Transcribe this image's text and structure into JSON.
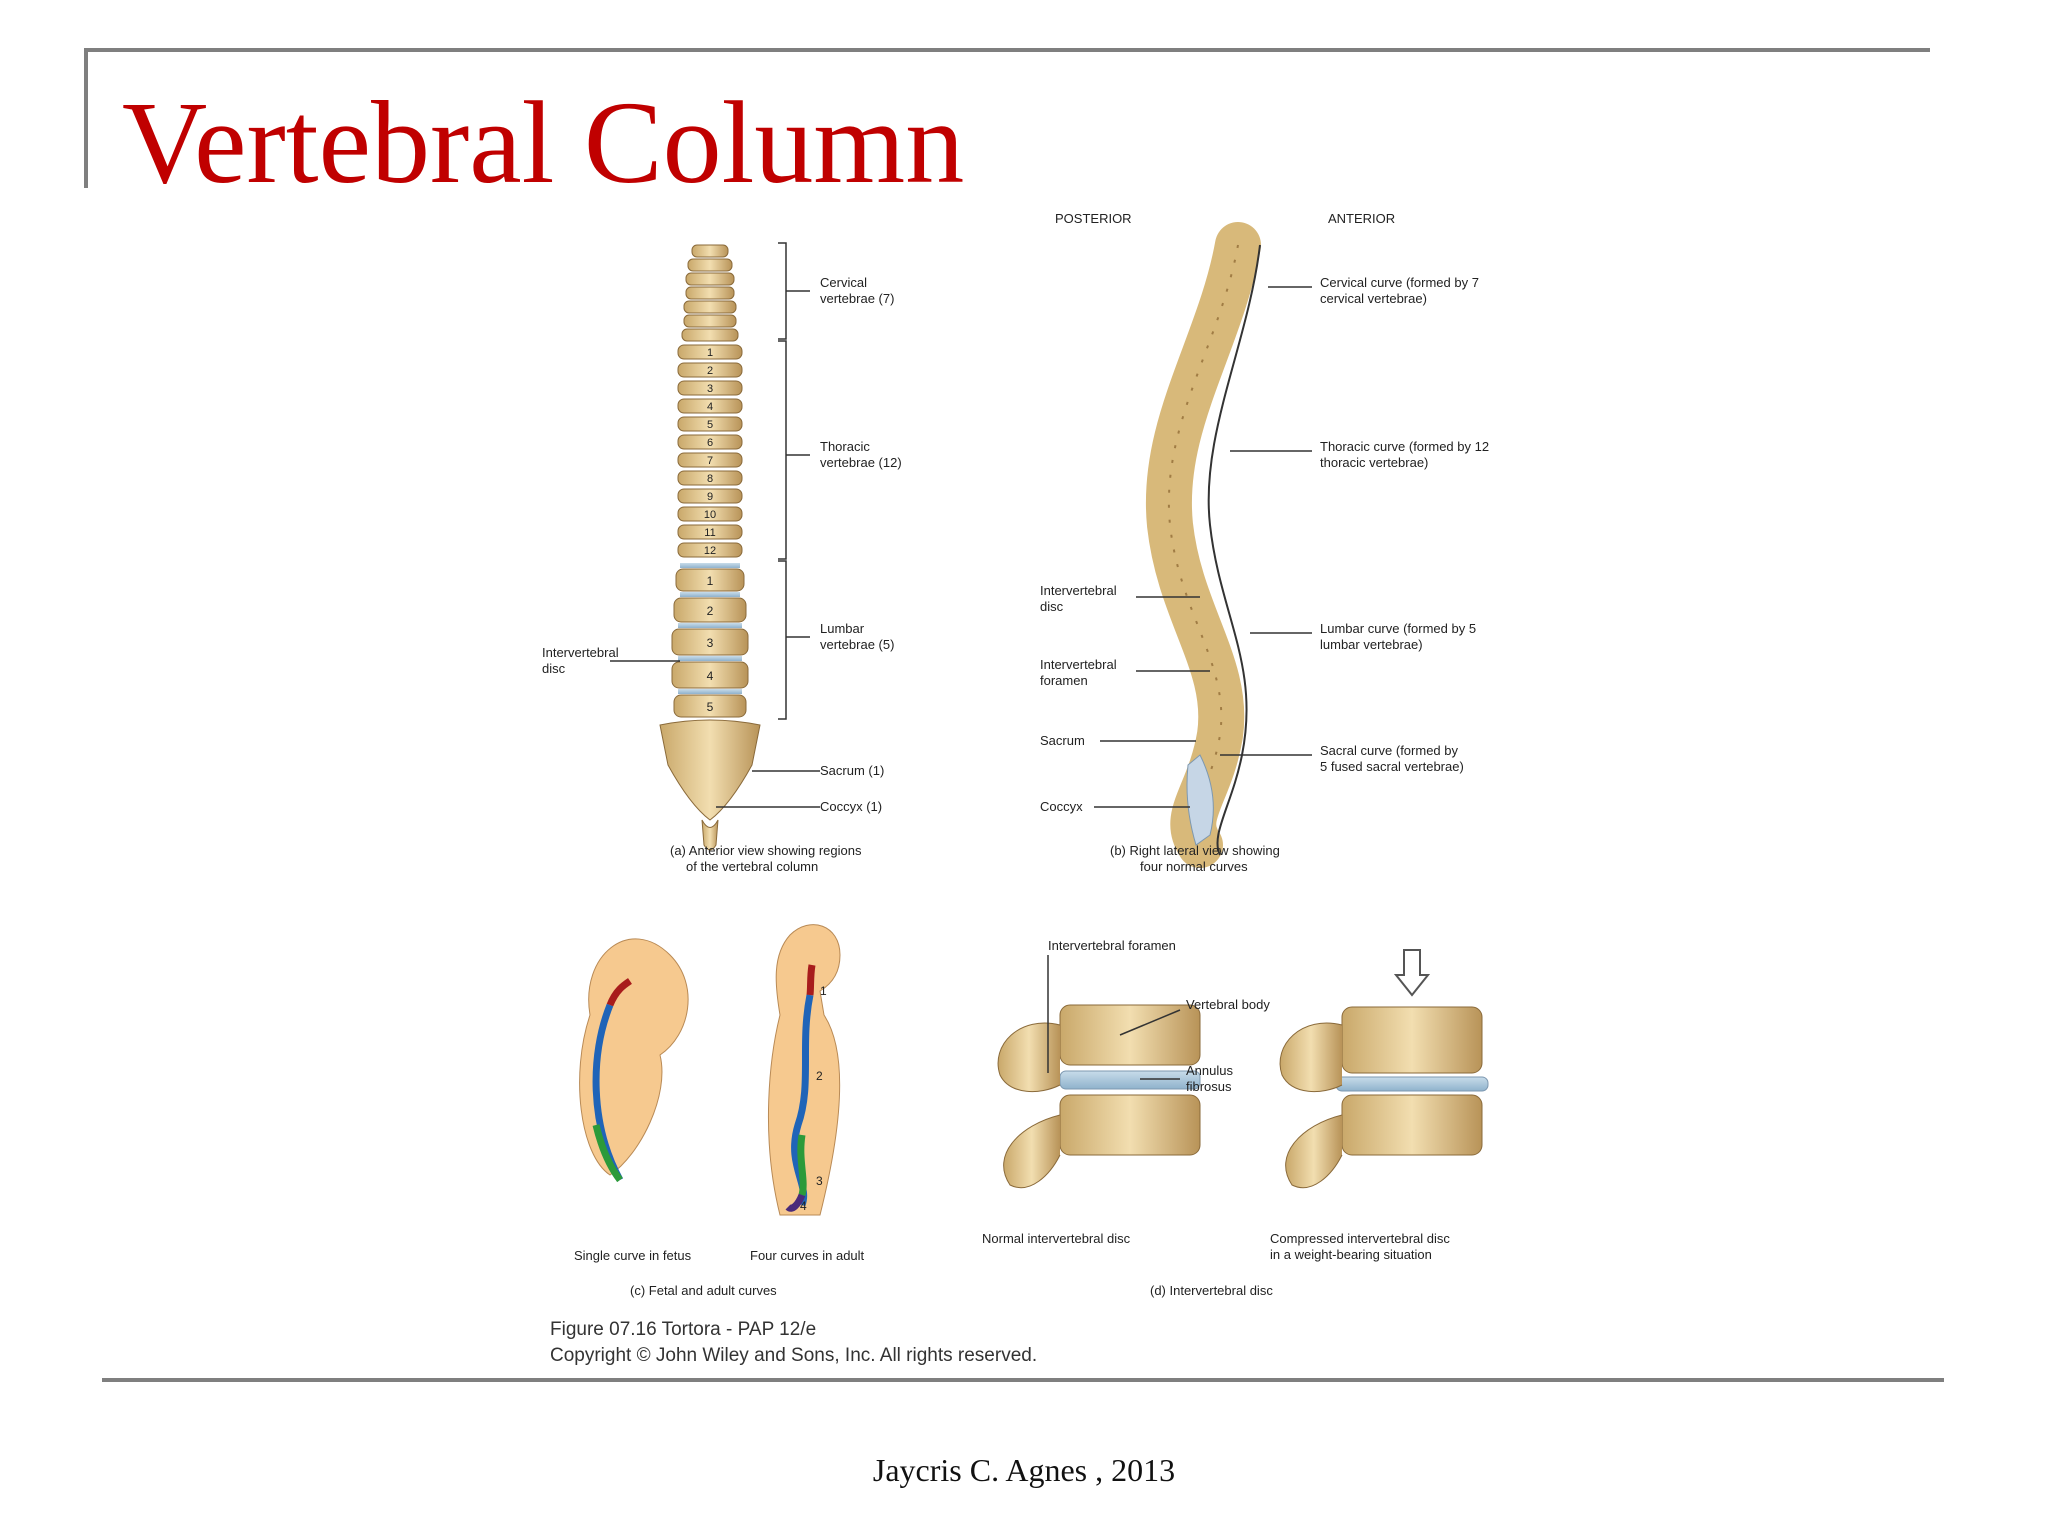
{
  "slide": {
    "title": "Vertebral Column",
    "footer": "Jaycris C. Agnes , 2013",
    "accent_color": "#c00000"
  },
  "figure": {
    "panel_a": {
      "cervical": [
        "Cervical",
        "vertebrae (7)"
      ],
      "thoracic": [
        "Thoracic",
        "vertebrae (12)"
      ],
      "lumbar": [
        "Lumbar",
        "vertebrae (5)"
      ],
      "disc": [
        "Intervertebral",
        "disc"
      ],
      "sacrum": "Sacrum (1)",
      "coccyx": "Coccyx (1)",
      "thoracic_numbers": [
        "1",
        "2",
        "3",
        "4",
        "5",
        "6",
        "7",
        "8",
        "9",
        "10",
        "11",
        "12"
      ],
      "lumbar_numbers": [
        "1",
        "2",
        "3",
        "4",
        "5"
      ],
      "caption": [
        "(a) Anterior view showing regions",
        "of the vertebral column"
      ]
    },
    "panel_b": {
      "posterior": "POSTERIOR",
      "anterior": "ANTERIOR",
      "cervical_curve": [
        "Cervical curve (formed by 7",
        "cervical vertebrae)"
      ],
      "thoracic_curve": [
        "Thoracic curve (formed by 12",
        "thoracic vertebrae)"
      ],
      "lumbar_curve": [
        "Lumbar curve (formed by 5",
        "lumbar vertebrae)"
      ],
      "sacral_curve": [
        "Sacral curve (formed by",
        "5 fused sacral vertebrae)"
      ],
      "disc": [
        "Intervertebral",
        "disc"
      ],
      "foramen": [
        "Intervertebral",
        "foramen"
      ],
      "sacrum": "Sacrum",
      "coccyx": "Coccyx",
      "caption": [
        "(b) Right lateral view showing",
        "four normal curves"
      ]
    },
    "panel_c": {
      "fetus_label": "Single curve in fetus",
      "adult_label": "Four curves in adult",
      "curve_numbers": [
        "1",
        "2",
        "3",
        "4"
      ],
      "caption": "(c) Fetal and adult curves"
    },
    "panel_d": {
      "foramen": "Intervertebral foramen",
      "body": "Vertebral body",
      "annulus": [
        "Annulus",
        "fibrosus"
      ],
      "normal": "Normal intervertebral disc",
      "compressed": [
        "Compressed intervertebral disc",
        "in a weight-bearing situation"
      ],
      "caption": "(d) Intervertebral disc"
    },
    "credit": {
      "line1": "Figure 07.16  Tortora - PAP 12/e",
      "line2": "Copyright © John Wiley and Sons, Inc. All rights reserved."
    }
  }
}
